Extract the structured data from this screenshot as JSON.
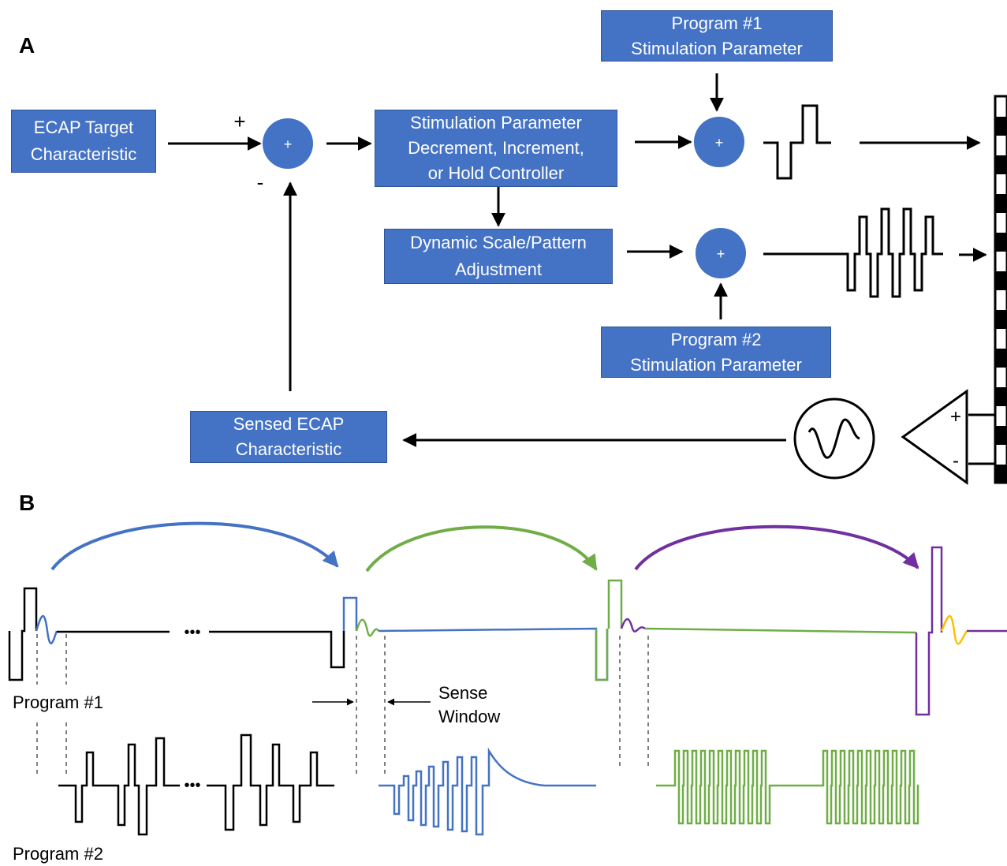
{
  "panels": {
    "a": "A",
    "b": "B"
  },
  "blocks": {
    "ecap_target": "ECAP Target\nCharacteristic",
    "controller": "Stimulation Parameter\nDecrement, Increment,\nor Hold Controller",
    "dynamic_scale": "Dynamic Scale/Pattern\nAdjustment",
    "program1_param": "Program #1\nStimulation Parameter",
    "program2_param": "Program #2\nStimulation Parameter",
    "sensed_ecap": "Sensed ECAP\nCharacteristic"
  },
  "summing_symbol": "+",
  "signs": {
    "plus": "+",
    "minus": "-"
  },
  "amplifier_signs": {
    "plus": "+",
    "minus": "-"
  },
  "ellipsis": "•••",
  "labels": {
    "program1": "Program #1",
    "program2": "Program #2",
    "sense_window": "Sense\nWindow"
  },
  "colors": {
    "block_fill": "#4472c4",
    "block_text": "#ffffff",
    "blue": "#4472c4",
    "green": "#70ad47",
    "purple": "#7030a0",
    "yellow": "#ffc000",
    "black": "#000000"
  }
}
